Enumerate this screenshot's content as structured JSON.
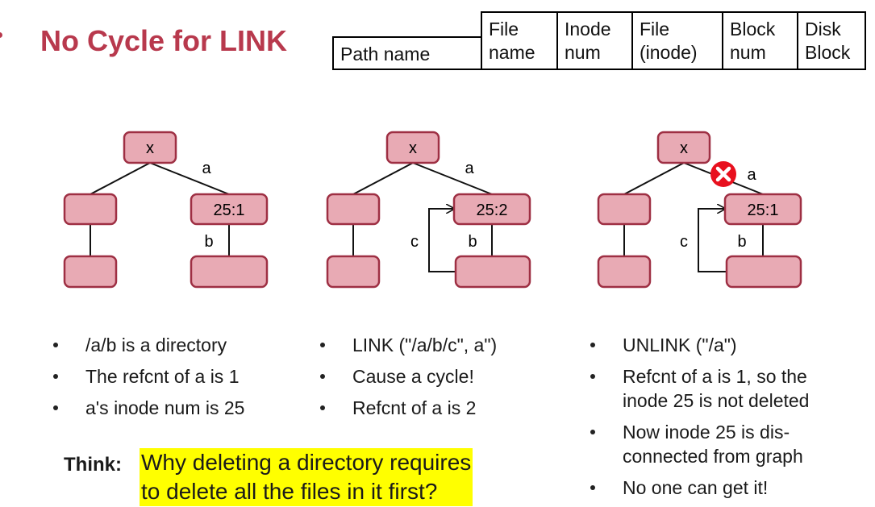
{
  "title": "No Cycle for LINK",
  "layers": [
    {
      "label": "Path name"
    },
    {
      "label": "File\nname"
    },
    {
      "label": "Inode\nnum"
    },
    {
      "label": "File\n(inode)"
    },
    {
      "label": "Block\nnum"
    },
    {
      "label": "Disk\nBlock"
    }
  ],
  "diagrams": [
    {
      "root": "x",
      "edge_a": "a",
      "node": "25:1",
      "edge_b": "b",
      "edge_c": "",
      "icon": ""
    },
    {
      "root": "x",
      "edge_a": "a",
      "node": "25:2",
      "edge_b": "b",
      "edge_c": "c",
      "icon": ""
    },
    {
      "root": "x",
      "edge_a": "a",
      "node": "25:1",
      "edge_b": "b",
      "edge_c": "c",
      "icon": "close-icon"
    }
  ],
  "columns": [
    {
      "bullets": [
        "/a/b is a directory",
        "The refcnt of a is 1",
        "a's inode num is 25"
      ]
    },
    {
      "bullets": [
        "LINK (\"/a/b/c\", a\")",
        "Cause a cycle!",
        "Refcnt of a is 2"
      ]
    },
    {
      "bullets": [
        "UNLINK (\"/a\")",
        "Refcnt of a is 1, so the\ninode 25 is not deleted",
        "Now inode 25 is dis-\nconnected from graph",
        "No one can get it!"
      ]
    }
  ],
  "think": {
    "label": "Think:",
    "text": "Why deleting a directory requires\nto delete all the files in it first?"
  },
  "colors": {
    "title": "#b8394d",
    "node_fill": "#e8aab4",
    "node_stroke": "#9e2f43",
    "highlight": "#ffff00",
    "error": "#e8101e"
  }
}
